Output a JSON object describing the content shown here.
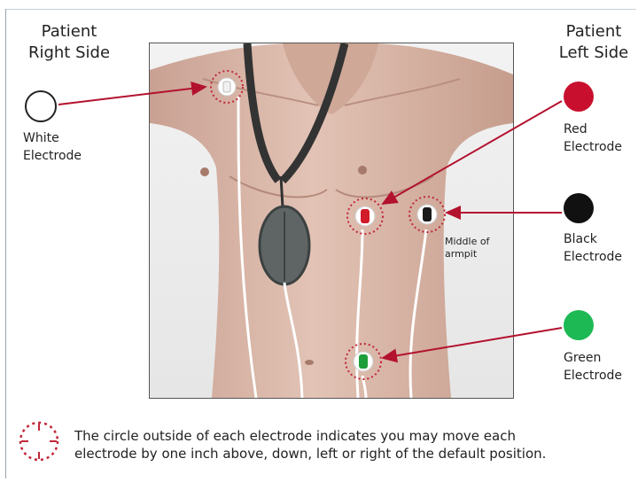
{
  "header": {
    "right_side": {
      "line1": "Patient",
      "line2": "Right Side"
    },
    "left_side": {
      "line1": "Patient",
      "line2": "Left Side"
    }
  },
  "electrodes": {
    "white": {
      "line1": "White",
      "line2": "Electrode",
      "color": "#ffffff"
    },
    "red": {
      "line1": "Red",
      "line2": "Electrode",
      "color": "#c8102e"
    },
    "black": {
      "line1": "Black",
      "line2": "Electrode",
      "color": "#111111"
    },
    "green": {
      "line1": "Green",
      "line2": "Electrode",
      "color": "#1db954"
    }
  },
  "armpit_label": {
    "line1": "Middle of",
    "line2": "armpit"
  },
  "note": {
    "line1": "The circle outside of each electrode indicates you may move each",
    "line2": "electrode by one inch above, down, left or right of the default position."
  },
  "colors": {
    "arrow": "#b3122f",
    "dotted_circle": "#c0283a",
    "skin": "#d9b8a8",
    "lanyard": "#3a3a3a"
  }
}
